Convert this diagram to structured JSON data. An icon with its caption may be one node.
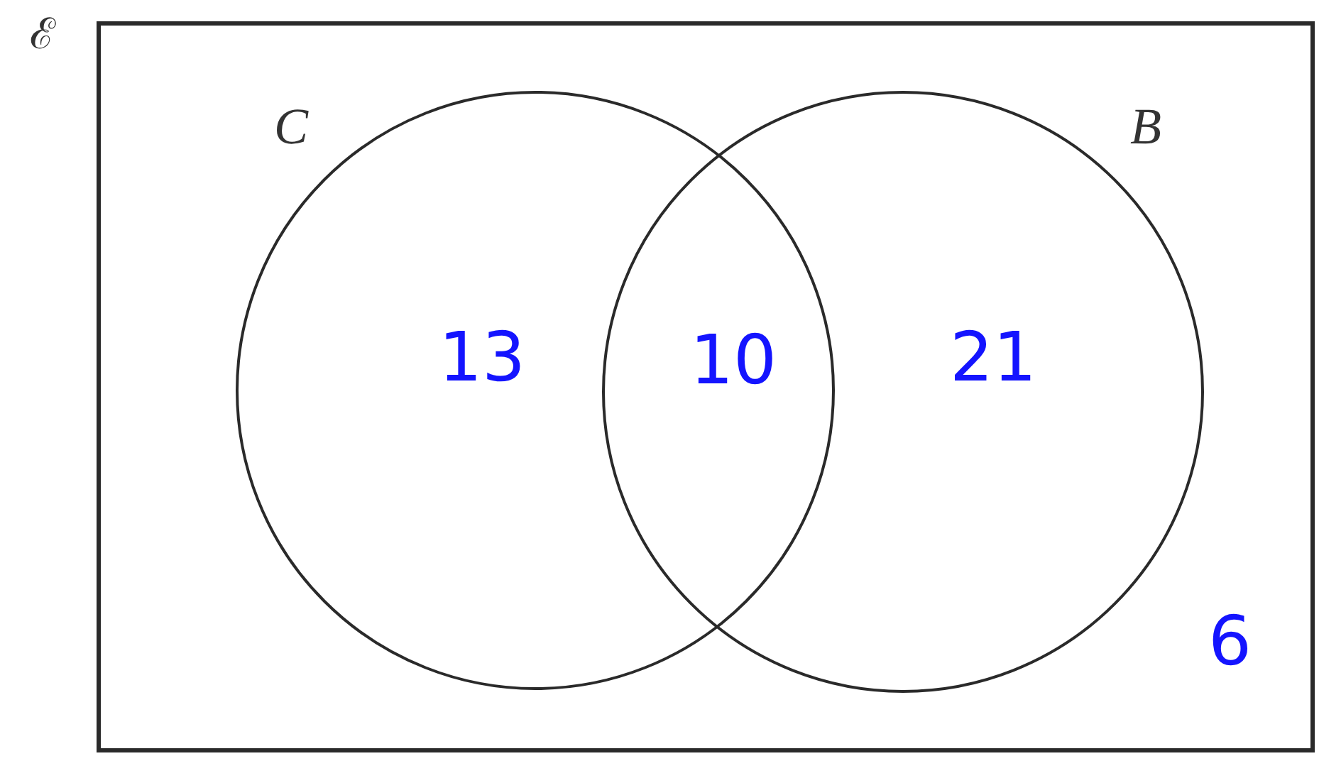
{
  "diagram": {
    "nodes": [
      {
        "text": [
          "ℰ"
        ]
      },
      {
        "text": [
          "C"
        ],
        "in": 0
      },
      {
        "text": [
          "B"
        ],
        "in": 0
      }
    ],
    "labels": [
      "13",
      "10",
      "21",
      "6"
    ]
  }
}
